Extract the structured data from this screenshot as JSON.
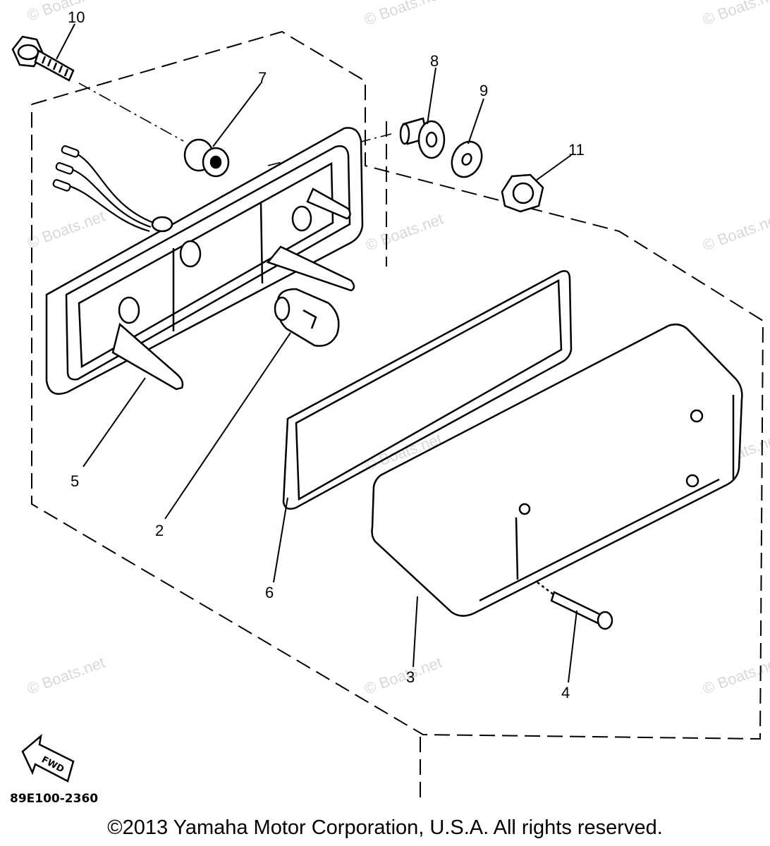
{
  "diagram": {
    "callouts": {
      "c1": "10",
      "c2": "7",
      "c3": "8",
      "c4": "9",
      "c5": "11",
      "c6": "5",
      "c7": "2",
      "c8": "6",
      "c9": "3",
      "c10": "4"
    },
    "watermark_text": "© Boats.net",
    "fwd_label": "FWD",
    "ref_code": "89E100-2360",
    "line_color": "#000000",
    "watermark_color": "#d8d8d8"
  },
  "footer": {
    "copyright": "©2013 Yamaha Motor Corporation, U.S.A. All rights reserved."
  }
}
